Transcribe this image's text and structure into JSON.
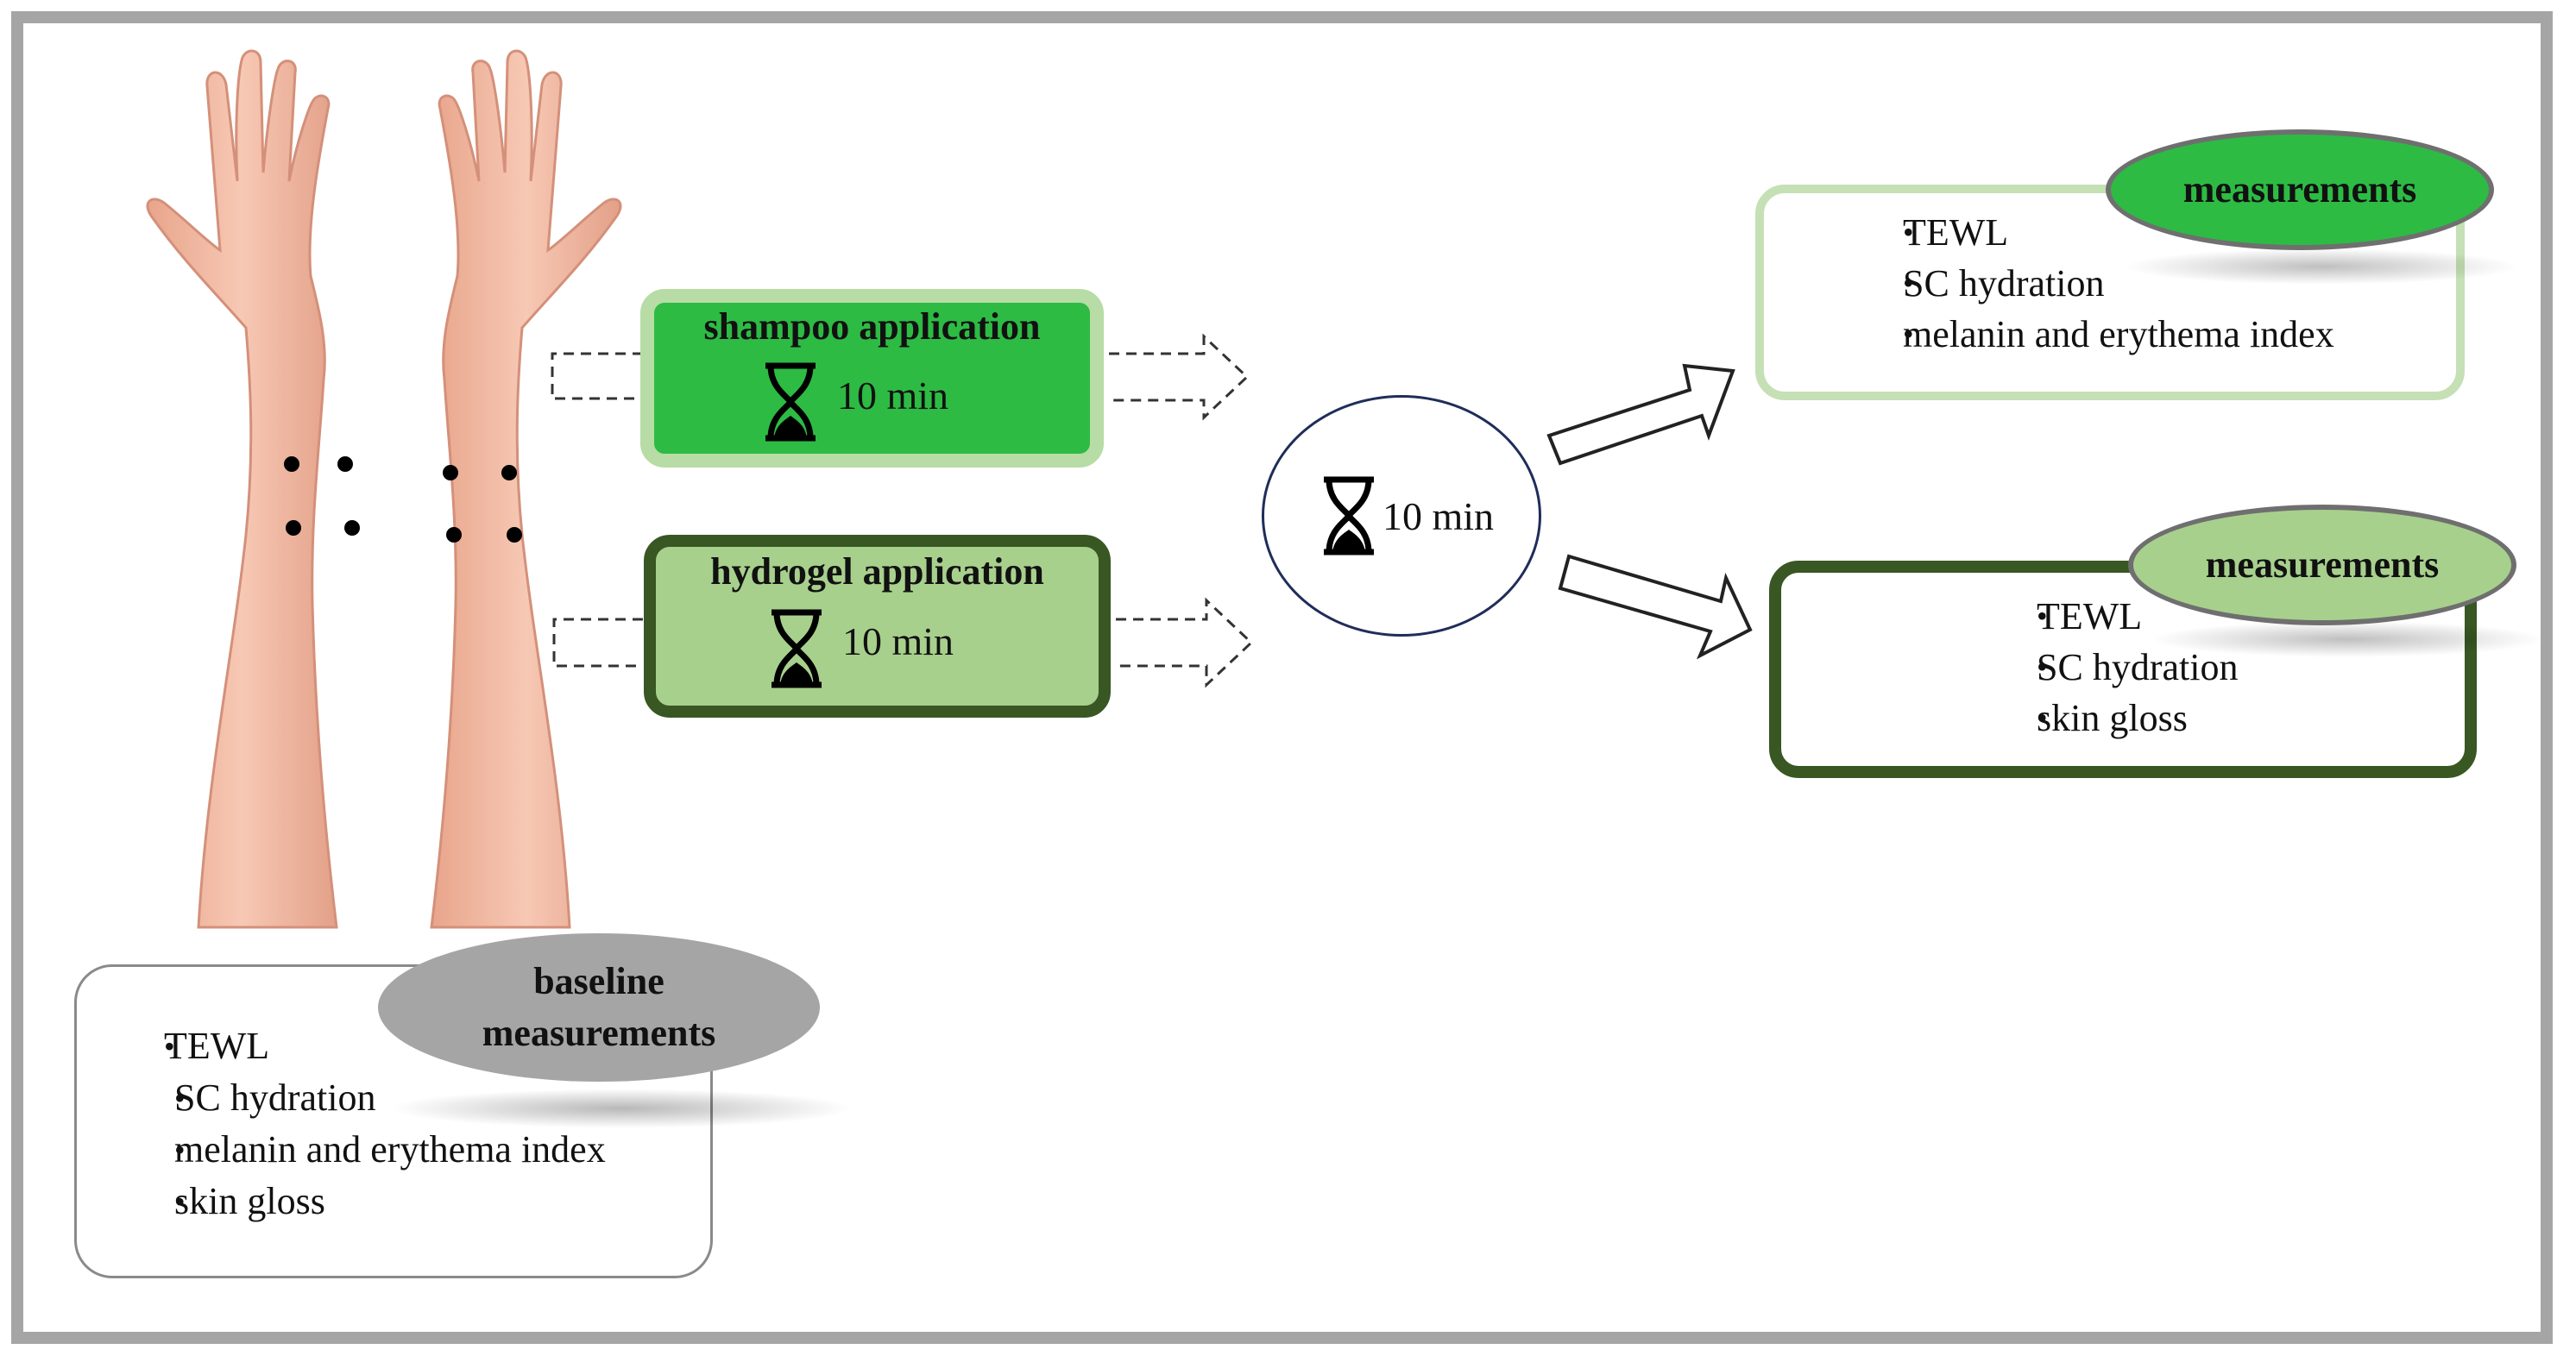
{
  "baseline": {
    "title_line1": "baseline",
    "title_line2": "measurements",
    "items": [
      "TEWL",
      "SC hydration",
      "melanin and erythema index",
      "skin gloss"
    ]
  },
  "shampoo": {
    "title": "shampoo application",
    "duration": "10 min",
    "color": "#2dbb44",
    "border_color": "#b7dca6"
  },
  "hydrogel": {
    "title": "hydrogel application",
    "duration": "10 min",
    "color": "#a8d08d",
    "border_color": "#385723"
  },
  "wait": {
    "duration": "10 min"
  },
  "measurements_shampoo": {
    "title": "measurements",
    "items": [
      "TEWL",
      "SC hydration",
      "melanin and erythema index"
    ],
    "pill_color": "#2dbb44"
  },
  "measurements_hydrogel": {
    "title": "measurements",
    "items": [
      "TEWL",
      "SC hydration",
      "skin gloss"
    ],
    "pill_color": "#a8d08d"
  },
  "icons": [
    "forearms-illustration",
    "hourglass-icon",
    "dashed-arrow",
    "outline-arrow"
  ]
}
